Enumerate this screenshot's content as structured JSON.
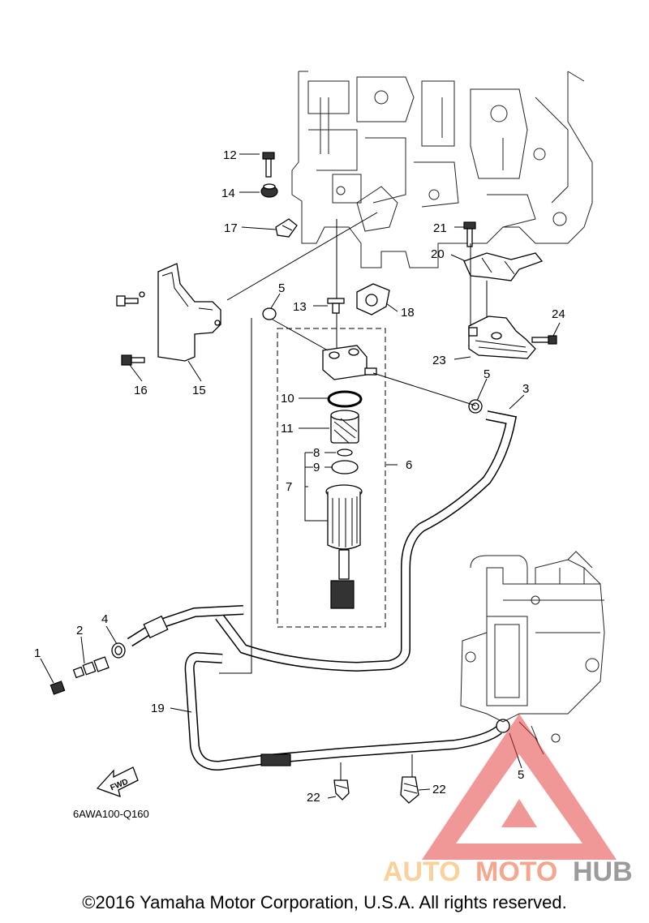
{
  "callouts": {
    "c1": "1",
    "c2": "2",
    "c3": "3",
    "c4": "4",
    "c5a": "5",
    "c5b": "5",
    "c5c": "5",
    "c6": "6",
    "c7": "7",
    "c8": "8",
    "c9": "9",
    "c10": "10",
    "c11": "11",
    "c12": "12",
    "c13": "13",
    "c14": "14",
    "c15": "15",
    "c16": "16",
    "c17": "17",
    "c18": "18",
    "c19": "19",
    "c20": "20",
    "c21": "21",
    "c22a": "22",
    "c22b": "22",
    "c23": "23",
    "c24": "24"
  },
  "diagram_code": "6AWA100-Q160",
  "fwd_label": "FWD",
  "watermark": {
    "auto": "AUTO",
    "moto": "MOTO",
    "hub": "HUB",
    "colors": {
      "auto": "#f6c27a",
      "moto": "#f08a6a",
      "hub": "#7a7a7a",
      "triangle": "#e33a3a"
    }
  },
  "copyright": "©2016 Yamaha Motor Corporation, U.S.A. All rights reserved."
}
